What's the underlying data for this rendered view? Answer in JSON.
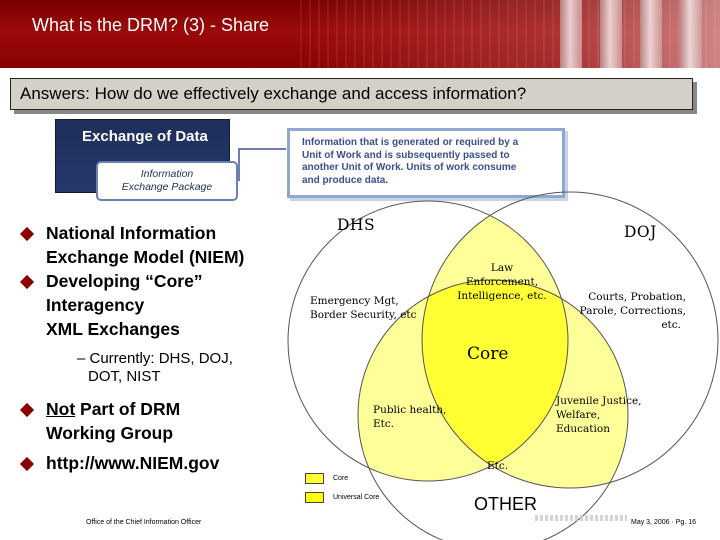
{
  "page": {
    "title": "What is the DRM? (3) - Share",
    "question": "Answers: How do we effectively exchange and access information?"
  },
  "exchange_graphic": {
    "title": "Exchange of Data",
    "package_line1": "Information",
    "package_line2": "Exchange Package",
    "info_line1": "Information that is generated or required by a",
    "info_line2": "Unit of Work and is subsequently passed to",
    "info_line3": "another Unit of Work.  Units of work consume",
    "info_line4": "and produce data."
  },
  "bullets": {
    "b1_line1": "National Information",
    "b1_line2": "Exchange Model (NIEM)",
    "b2_line1": "Developing “Core”",
    "b2_line2": "Interagency",
    "b2_line3": "XML Exchanges",
    "sub_line1": "– Currently: DHS, DOJ,",
    "sub_line2": "DOT, NIST",
    "b3_underlined": "Not",
    "b3_rest": " Part of DRM",
    "b3_line2": "Working Group",
    "b4": "http://www.NIEM.gov"
  },
  "venn": {
    "dhs": "DHS",
    "doj": "DOJ",
    "law_line1": "Law",
    "law_line2": "Enforcement,",
    "law_line3": "Intelligence, etc.",
    "emgt_line1": "Emergency Mgt,",
    "emgt_line2": "Border Security, etc",
    "courts_line1": "Courts, Probation,",
    "courts_line2": "Parole, Corrections,",
    "courts_line3": "etc.",
    "core": "Core",
    "ph_line1": "Public health,",
    "ph_line2": "Etc.",
    "juv_line1": "Juvenile Justice,",
    "juv_line2": "Welfare,",
    "juv_line3": "Education",
    "etc": "Etc.",
    "other": "OTHER",
    "legend_core": "Core",
    "legend_universal": "Universal Core",
    "colors": {
      "core": "#ffff33",
      "universal_core": "#ffff99"
    }
  },
  "footer": {
    "office": "Office of the Chief Information Officer",
    "date_page": "May 3, 2006  ·  Pg. 16"
  },
  "theme": {
    "banner_red": "#8a0202",
    "bullet_red": "#8a0000",
    "navy": "#1e2f5c"
  }
}
